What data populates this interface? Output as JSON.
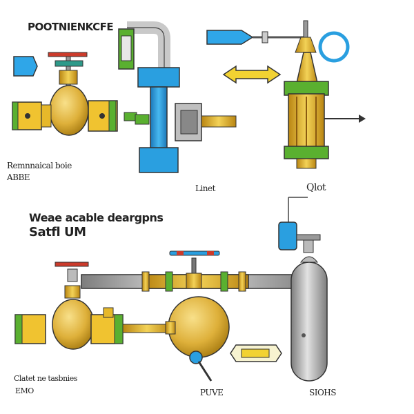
{
  "labels": {
    "title_top": "POOTNIENKCFE",
    "label_a_line1": "Remnnaical boie",
    "label_a_line2": "ABBE",
    "label_b": "Linet",
    "label_c": "Qlot",
    "title_mid_line1": "Weae acable deargpns",
    "title_mid_line2": "Satfl UM",
    "label_d_line1": "Clatet ne tasbnies",
    "label_d_line2": "EMO",
    "label_e": "PUVE",
    "label_f": "SIOHS"
  },
  "colors": {
    "brass": "#d9a51c",
    "brass_light": "#f2d04a",
    "blue": "#2a9fe0",
    "green": "#5ab030",
    "steel": "#a9a9a9",
    "outline": "#333333",
    "red": "#d23a2a"
  }
}
